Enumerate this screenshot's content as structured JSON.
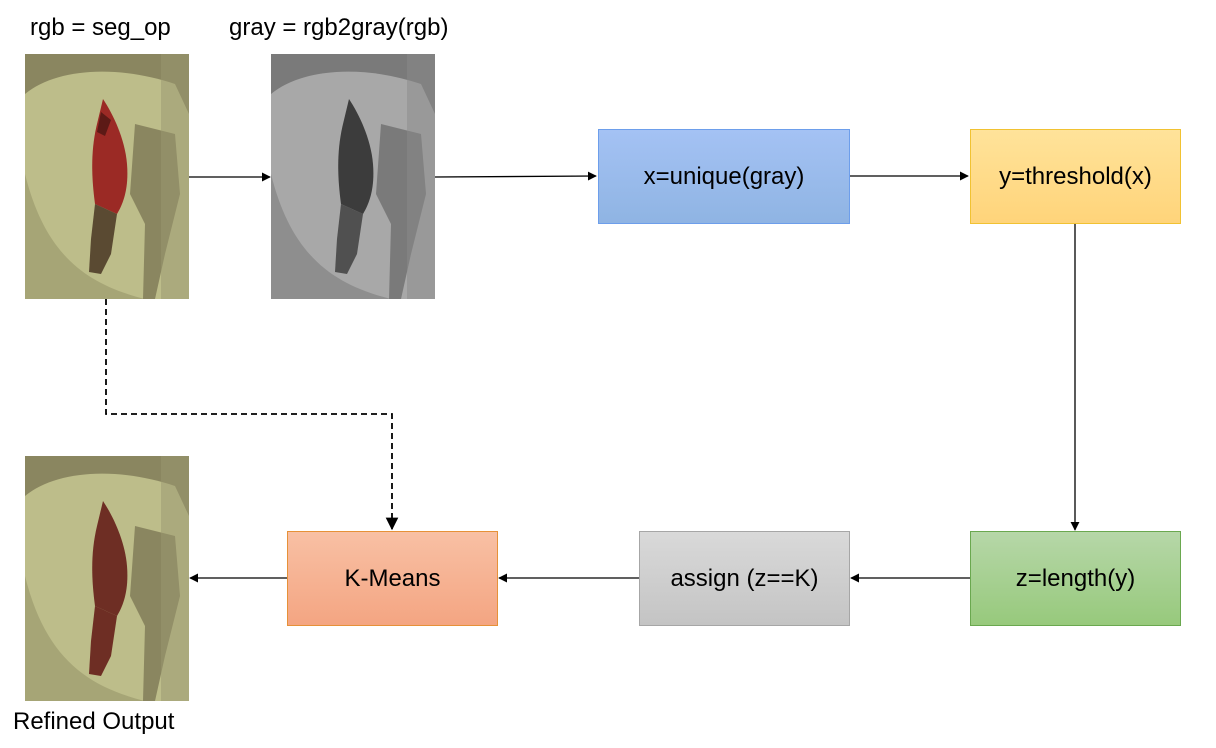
{
  "labels": {
    "rgb": "rgb = seg_op",
    "gray": "gray = rgb2gray(rgb)",
    "refined": "Refined Output"
  },
  "nodes": {
    "unique": "x=unique(gray)",
    "threshold": "y=threshold(x)",
    "length": "z=length(y)",
    "assign": "assign (z==K)",
    "kmeans": "K-Means"
  },
  "colors": {
    "unique_top": "#a4c2f4",
    "unique_bottom": "#8fb4e3",
    "unique_border": "#6d9eeb",
    "threshold_top": "#ffe39a",
    "threshold_bottom": "#ffd47a",
    "threshold_border": "#f1c232",
    "length_top": "#b6d7a8",
    "length_bottom": "#97c97c",
    "length_border": "#6aa84f",
    "assign_top": "#d9d9d9",
    "assign_bottom": "#c4c4c4",
    "assign_border": "#a6a6a6",
    "kmeans_top": "#f8c0a4",
    "kmeans_bottom": "#f4a582",
    "kmeans_border": "#e69138",
    "seg_bg": "#8a8660",
    "seg_light": "#bdbd8a",
    "seg_bird": "#9b2a25",
    "seg_dark": "#5a4a32",
    "gray_bg": "#7a7a7a",
    "gray_light": "#a8a8a8",
    "gray_bird": "#3c3c3c",
    "refined_bird": "#6e2e24"
  }
}
